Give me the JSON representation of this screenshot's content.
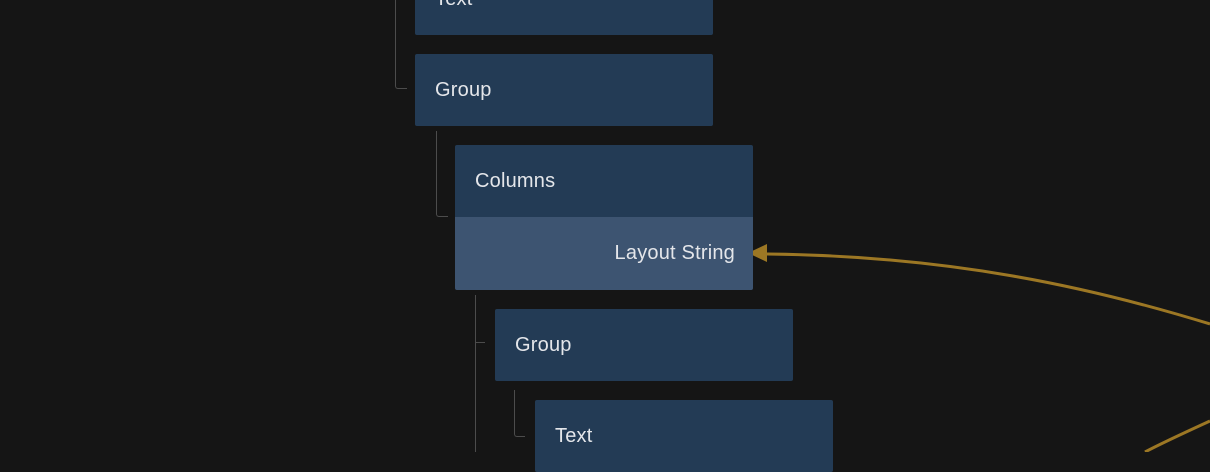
{
  "colors": {
    "background": "#151515",
    "node_bg": "#233b55",
    "node_row_bg": "#3d5471",
    "node_text": "#e4e6ea",
    "tree_line": "#4c4c4c",
    "wire": "#9c7724"
  },
  "nodes": [
    {
      "label": "Text"
    },
    {
      "label": "Group"
    },
    {
      "label": "Columns",
      "input_label": "Layout String"
    },
    {
      "label": "Group"
    },
    {
      "label": "Text"
    }
  ]
}
